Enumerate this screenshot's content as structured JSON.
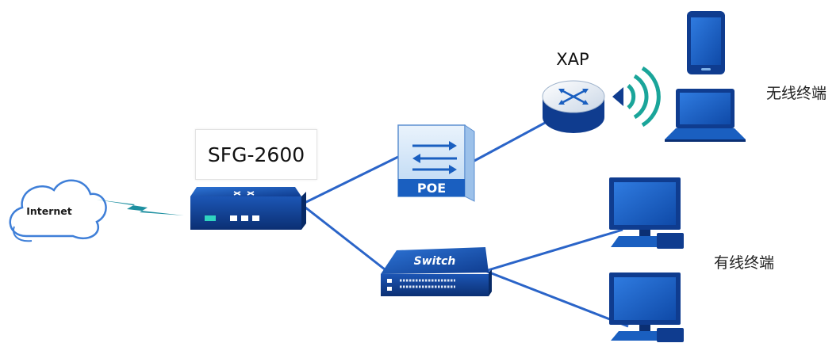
{
  "labels": {
    "internet": "Internet",
    "gateway": "SFG-2600",
    "ap": "XAP",
    "poe": "POE",
    "switch": "Switch",
    "wireless_terminals": "无线终端",
    "wired_terminals": "有线终端"
  },
  "colors": {
    "device_dark": "#0f3c8f",
    "device_mid": "#1a5fc0",
    "device_light": "#7fb2e8",
    "wifi_teal": "#1aa59a",
    "link": "#2a64c8",
    "lightning": "#1d8fa0",
    "cloud_stroke": "#3f7fd8"
  },
  "icons": [
    "cloud-icon",
    "lightning-icon",
    "gateway-icon",
    "poe-switch-icon",
    "switch-icon",
    "access-point-icon",
    "wifi-signal-icon",
    "phone-icon",
    "laptop-icon",
    "desktop-icon"
  ]
}
